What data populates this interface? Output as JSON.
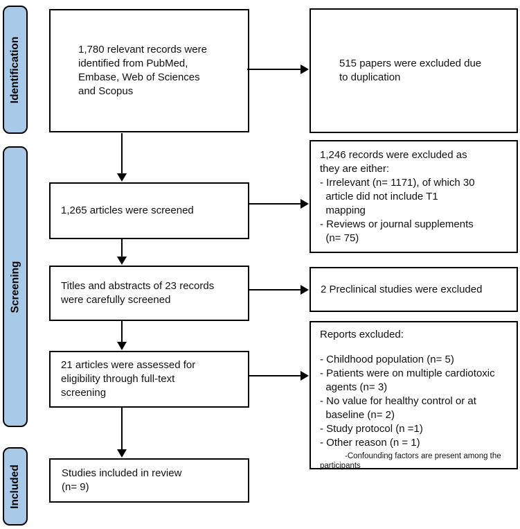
{
  "figure": {
    "type": "prisma-flow-diagram",
    "accent_blue": "#a8cae8",
    "border_color": "#000000",
    "background": "#ffffff"
  },
  "sidebar": {
    "stages": [
      {
        "label": "Identification"
      },
      {
        "label": "Screening"
      },
      {
        "label": "Included"
      }
    ]
  },
  "flow": {
    "main_boxes": [
      {
        "text": "1,780 relevant records were\nidentified from PubMed,\nEmbase, Web of Sciences\nand Scopus"
      },
      {
        "text": "1,265 articles were screened"
      },
      {
        "text": "Titles and abstracts of 23 records\nwere carefully screened"
      },
      {
        "text": "21 articles were assessed for\neligibility through full-text\nscreening"
      },
      {
        "text": "Studies included in review\n(n= 9)"
      }
    ],
    "exclusion_boxes": [
      {
        "text": "515 papers were excluded due\nto duplication"
      },
      {
        "text": "1,246 records were excluded as\nthey are either:\n- Irrelevant (n= 1171), of which 30\n  article did not include T1\n  mapping\n- Reviews or journal supplements\n  (n= 75)"
      },
      {
        "text": "2 Preclinical studies were excluded"
      },
      {
        "title": "Reports excluded:",
        "items": "- Childhood population (n= 5)\n- Patients were on multiple cardiotoxic\n  agents (n= 3)\n- No value for healthy control or at\n  baseline (n= 2)\n- Study protocol (n =1)\n- Other reason (n = 1)",
        "footnote": "-Confounding factors are present among the\nparticipants"
      }
    ]
  }
}
